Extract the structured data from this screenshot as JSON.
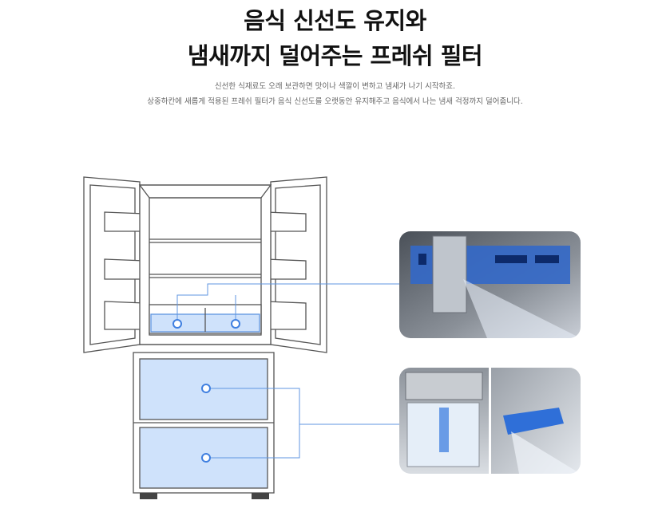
{
  "heading": {
    "line1": "음식 신선도 유지와",
    "line2": "냄새까지 덜어주는 프레쉬 필터"
  },
  "description": {
    "line1": "신선한 식재료도 오래 보관하면 맛이나 색깔이 변하고 냄새가 나기 시작하죠.",
    "line2": "상중하칸에 새롭게 적용된 프레쉬 필터가 음식 신선도를 오랫동안 유지해주고 음식에서 나는 냄새 걱정까지 덜어줍니다."
  },
  "colors": {
    "accent_blue": "#3f7fe0",
    "drawer_fill": "#cfe2fb",
    "outline": "#555555",
    "connector": "#5f95e0"
  },
  "icons": [
    "refrigerator-illustration",
    "filter-point-dot"
  ]
}
